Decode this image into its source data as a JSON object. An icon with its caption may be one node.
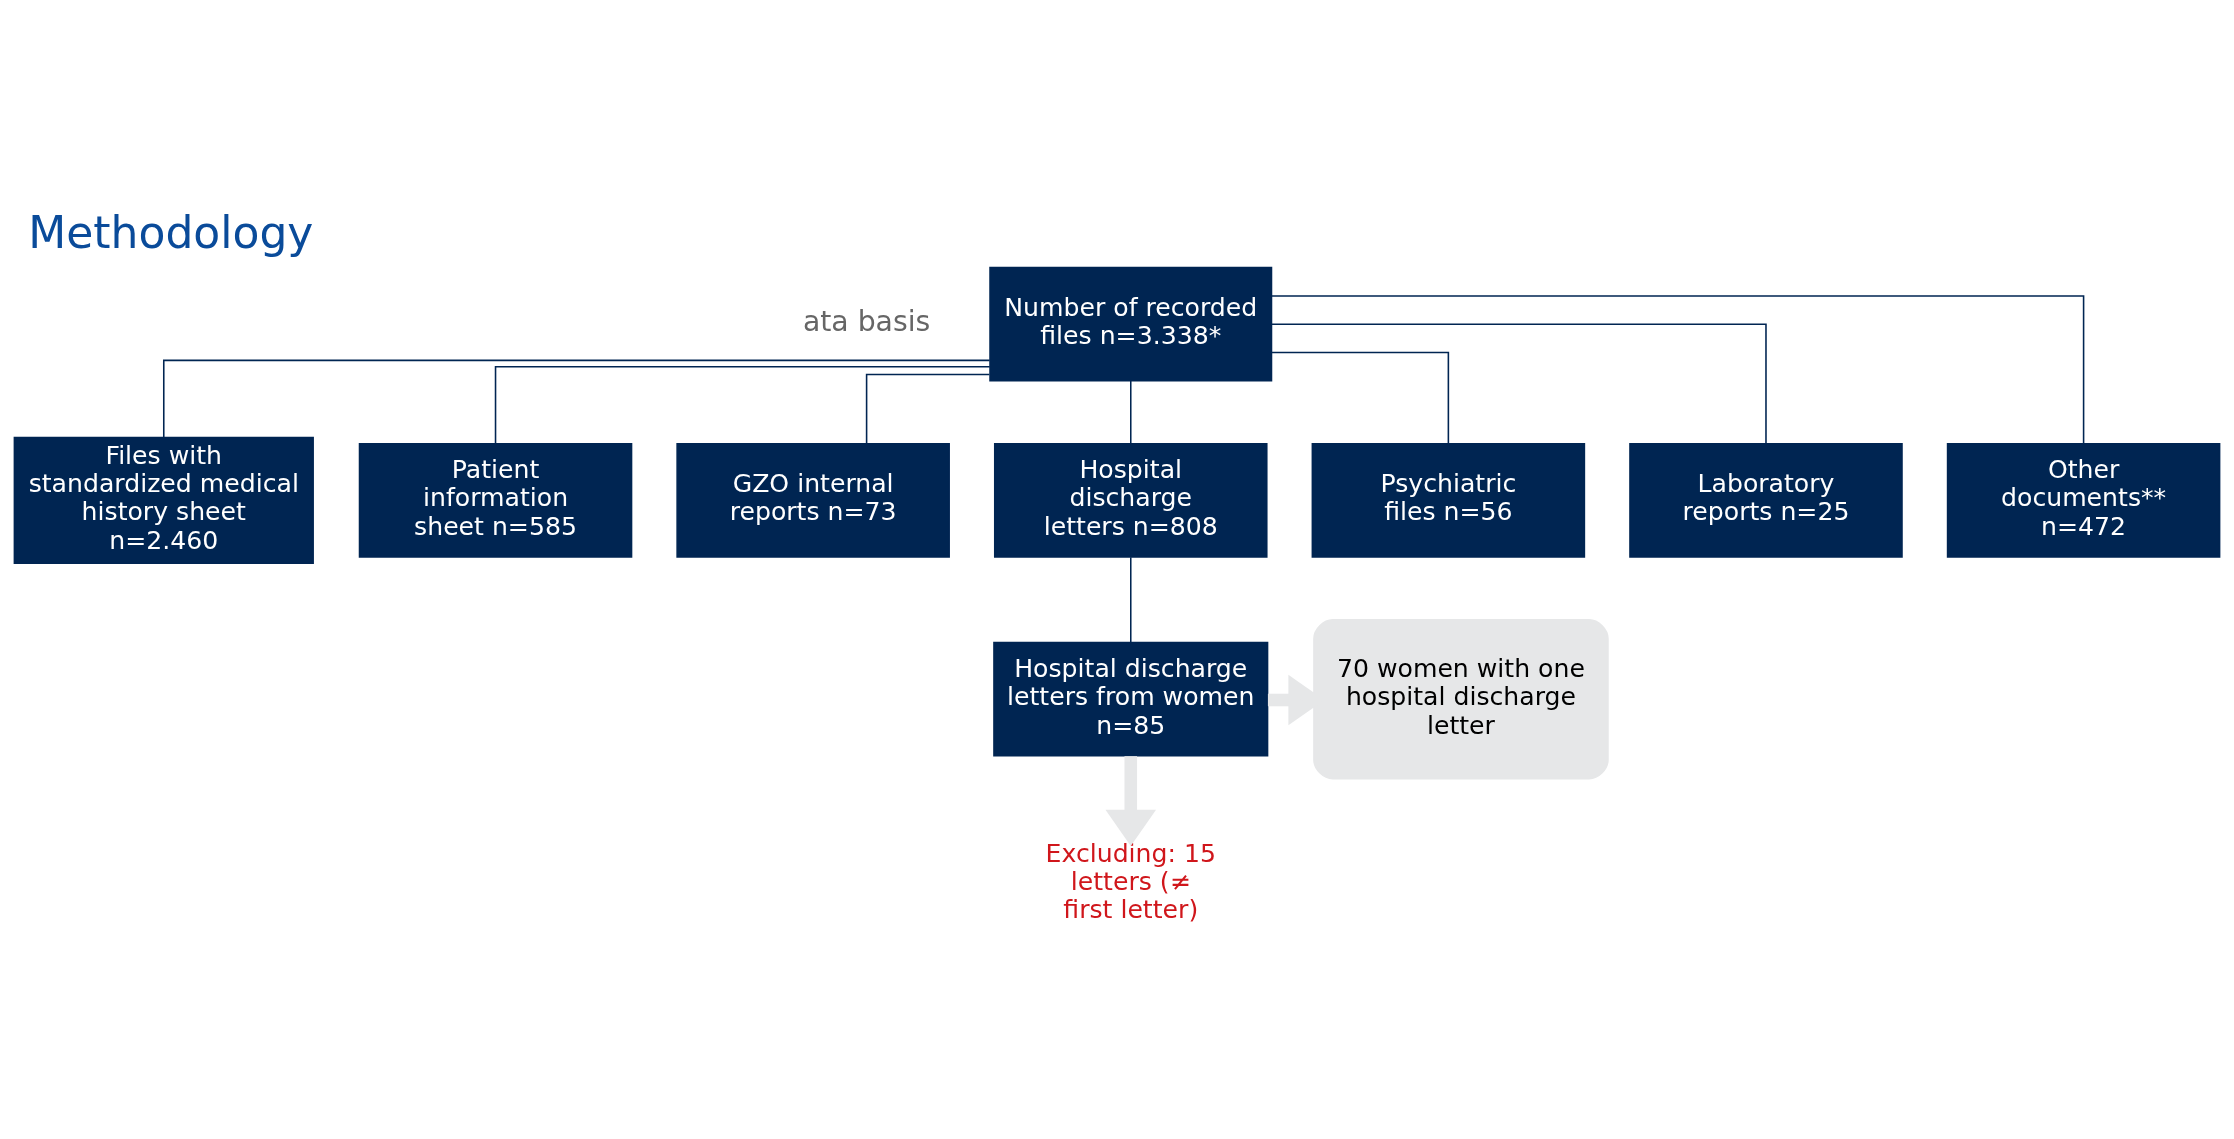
{
  "diagram": {
    "title": "Methodology",
    "nodes": [
      {
        "text": [
          "Number of recorded files n=3.338*"
        ]
      },
      {
        "text": [
          "Files with standardized medical history sheet n=2.460"
        ]
      },
      {
        "text": [
          "Patient information sheet n=585"
        ]
      },
      {
        "text": [
          "GZO internal reports n=73"
        ]
      },
      {
        "text": [
          "Hospital discharge letters n=808"
        ]
      },
      {
        "text": [
          "Psychiatric files n=56"
        ]
      },
      {
        "text": [
          "Laboratory reports n=25"
        ]
      },
      {
        "text": [
          "Other documents** n=472"
        ]
      },
      {
        "text": [
          "Hospital discharge letters from women n=85"
        ]
      },
      {
        "text": [
          "70 women with one hospital discharge letter"
        ]
      },
      {
        "text": [
          "Excluding: 15 letters (≠ first letter)"
        ]
      }
    ],
    "edges": [
      {
        "from": 0,
        "to": 1,
        "arrow": "none"
      },
      {
        "from": 0,
        "to": 2,
        "arrow": "none"
      },
      {
        "from": 0,
        "to": 3,
        "arrow": "none"
      },
      {
        "from": 0,
        "to": 4,
        "arrow": "none"
      },
      {
        "from": 0,
        "to": 5,
        "arrow": "none"
      },
      {
        "from": 0,
        "to": 6,
        "arrow": "none"
      },
      {
        "from": 0,
        "to": 7,
        "arrow": "none"
      },
      {
        "from": 4,
        "to": 8,
        "arrow": "none"
      },
      {
        "from": 8,
        "to": 9,
        "arrow": "to",
        "style": "thick",
        "color": "#e6e7e8"
      },
      {
        "from": 8,
        "to": 10,
        "arrow": "to",
        "style": "thick",
        "color": "#e6e7e8"
      }
    ],
    "labels": [
      "ata basis"
    ]
  }
}
